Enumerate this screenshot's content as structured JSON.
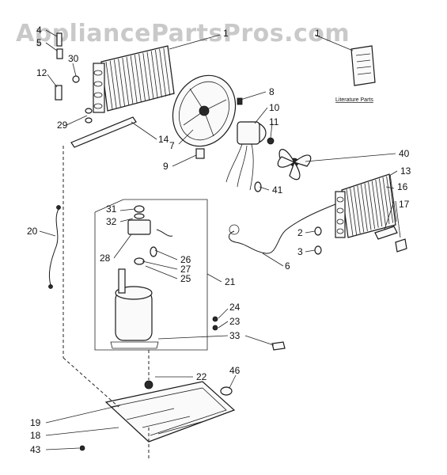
{
  "watermark": "AppliancePartsPros.com",
  "literature_label": "Literature Parts",
  "callouts": {
    "c1a": "1",
    "c1b": "1",
    "c2": "2",
    "c3": "3",
    "c4": "4",
    "c5": "5",
    "c6": "6",
    "c7": "7",
    "c8": "8",
    "c9": "9",
    "c10": "10",
    "c11": "11",
    "c12": "12",
    "c13": "13",
    "c14": "14",
    "c16": "16",
    "c17": "17",
    "c18": "18",
    "c19": "19",
    "c20": "20",
    "c21": "21",
    "c22": "22",
    "c23": "23",
    "c24": "24",
    "c25": "25",
    "c26": "26",
    "c27": "27",
    "c28": "28",
    "c29": "29",
    "c30": "30",
    "c31": "31",
    "c32": "32",
    "c33": "33",
    "c40": "40",
    "c41": "41",
    "c43": "43",
    "c46": "46"
  }
}
